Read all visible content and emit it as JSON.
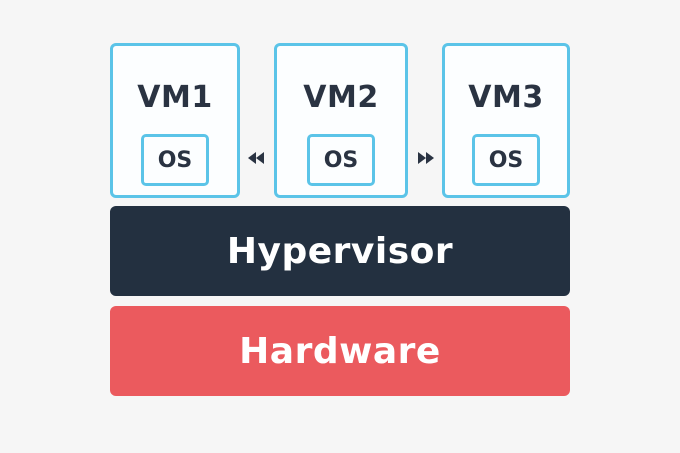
{
  "vms": [
    {
      "label": "VM1",
      "os_label": "OS"
    },
    {
      "label": "VM2",
      "os_label": "OS"
    },
    {
      "label": "VM3",
      "os_label": "OS"
    }
  ],
  "icons": {
    "left_arrow": "double-left-arrow",
    "right_arrow": "double-right-arrow"
  },
  "layers": {
    "hypervisor": "Hypervisor",
    "hardware": "Hardware"
  },
  "colors": {
    "vm_border": "#5bc4e8",
    "hypervisor_bg": "#233040",
    "hardware_bg": "#eb5a5e",
    "text_dark": "#2a3342",
    "background": "#f6f6f6"
  }
}
